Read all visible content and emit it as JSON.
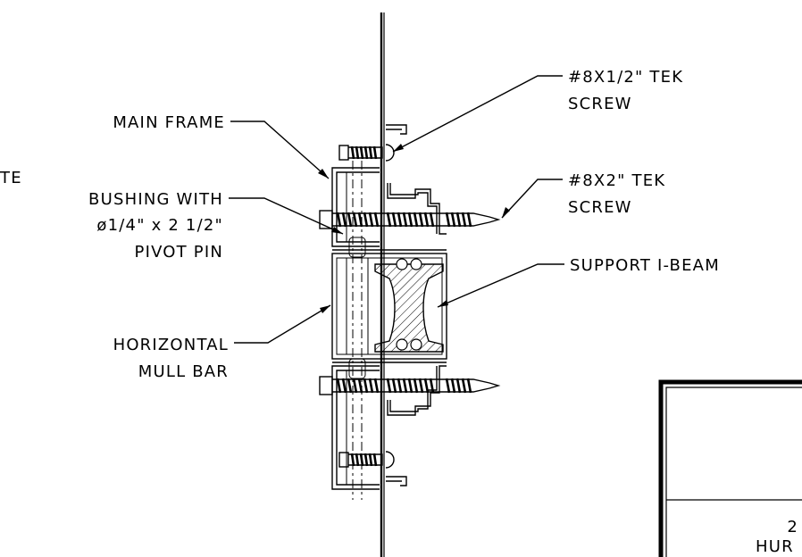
{
  "labels": {
    "cut_top": "TE",
    "main_frame": "MAIN FRAME",
    "bushing_1": "BUSHING WITH",
    "bushing_2": "ø1/4\" x 2 1/2\"",
    "bushing_3": "PIVOT PIN",
    "horizontal_1": "HORIZONTAL",
    "horizontal_2": "MULL BAR",
    "screw_small_1": "#8X1/2\" TEK",
    "screw_small_2": "SCREW",
    "screw_large_1": "#8X2\" TEK",
    "screw_large_2": "SCREW",
    "support": "SUPPORT I-BEAM",
    "title_block_1": "2",
    "title_block_2": "HUR"
  }
}
